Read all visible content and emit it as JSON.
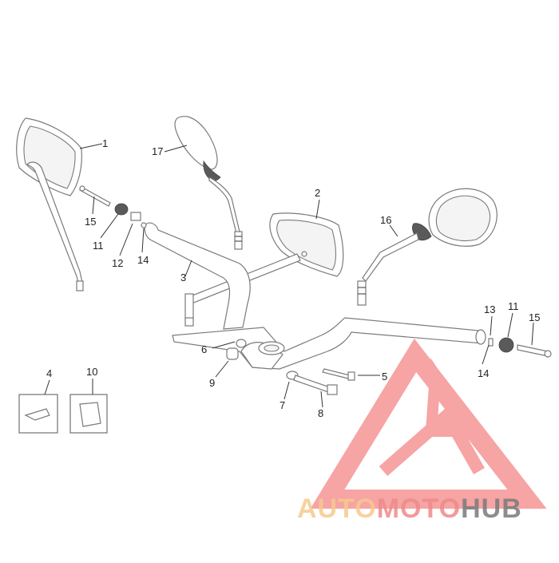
{
  "callouts": [
    "1",
    "2",
    "3",
    "4",
    "5",
    "6",
    "7",
    "8",
    "9",
    "10",
    "11",
    "12",
    "13",
    "14",
    "15",
    "16",
    "17"
  ],
  "watermark": {
    "part1": "AUTO",
    "part2": "MOTO",
    "part3": "HUB",
    "color_auto": "#f7c98e",
    "color_moto": "#f08a8a",
    "color_hub": "#7a7a7a",
    "logo_color": "#f05a5a"
  }
}
